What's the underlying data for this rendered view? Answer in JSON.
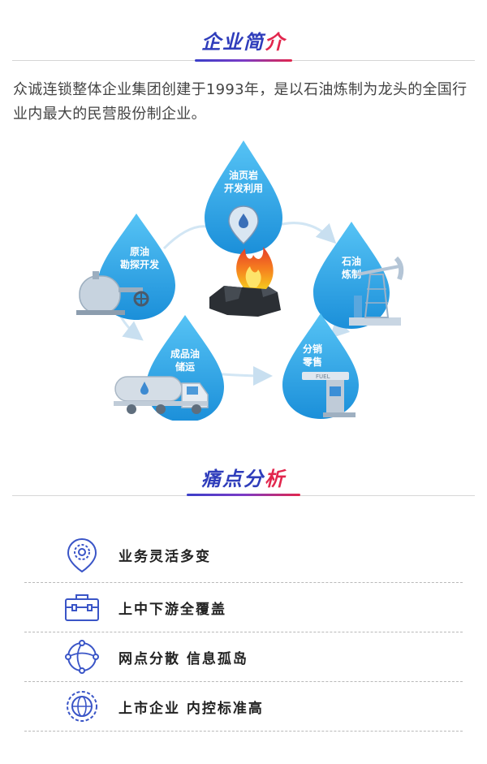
{
  "intro_section": {
    "title_main": "企业简",
    "title_accent": "介",
    "description": "众诚连锁整体企业集团创建于1993年，是以石油炼制为龙头的全国行业内最大的民营股份制企业。"
  },
  "diagram": {
    "drops": [
      {
        "line1": "油页岩",
        "line2": "开发利用"
      },
      {
        "line1": "石油",
        "line2": "炼制"
      },
      {
        "line1": "分销",
        "line2": "零售"
      },
      {
        "line1": "成品油",
        "line2": "储运"
      },
      {
        "line1": "原油",
        "line2": "勘探开发"
      }
    ],
    "fuel_sign": "FUEL"
  },
  "pain_section": {
    "title_main": "痛点分",
    "title_accent": "析",
    "items": [
      {
        "label": "业务灵活多变",
        "icon": "gear-location-icon"
      },
      {
        "label": "上中下游全覆盖",
        "icon": "briefcase-icon"
      },
      {
        "label": "网点分散 信息孤岛",
        "icon": "network-globe-icon"
      },
      {
        "label": "上市企业 内控标准高",
        "icon": "globe-gear-icon"
      }
    ]
  },
  "colors": {
    "title_blue": "#2f3dbb",
    "title_red": "#e2264d",
    "drop_blue": "#2aa3e8",
    "icon_blue": "#3a55c7"
  }
}
